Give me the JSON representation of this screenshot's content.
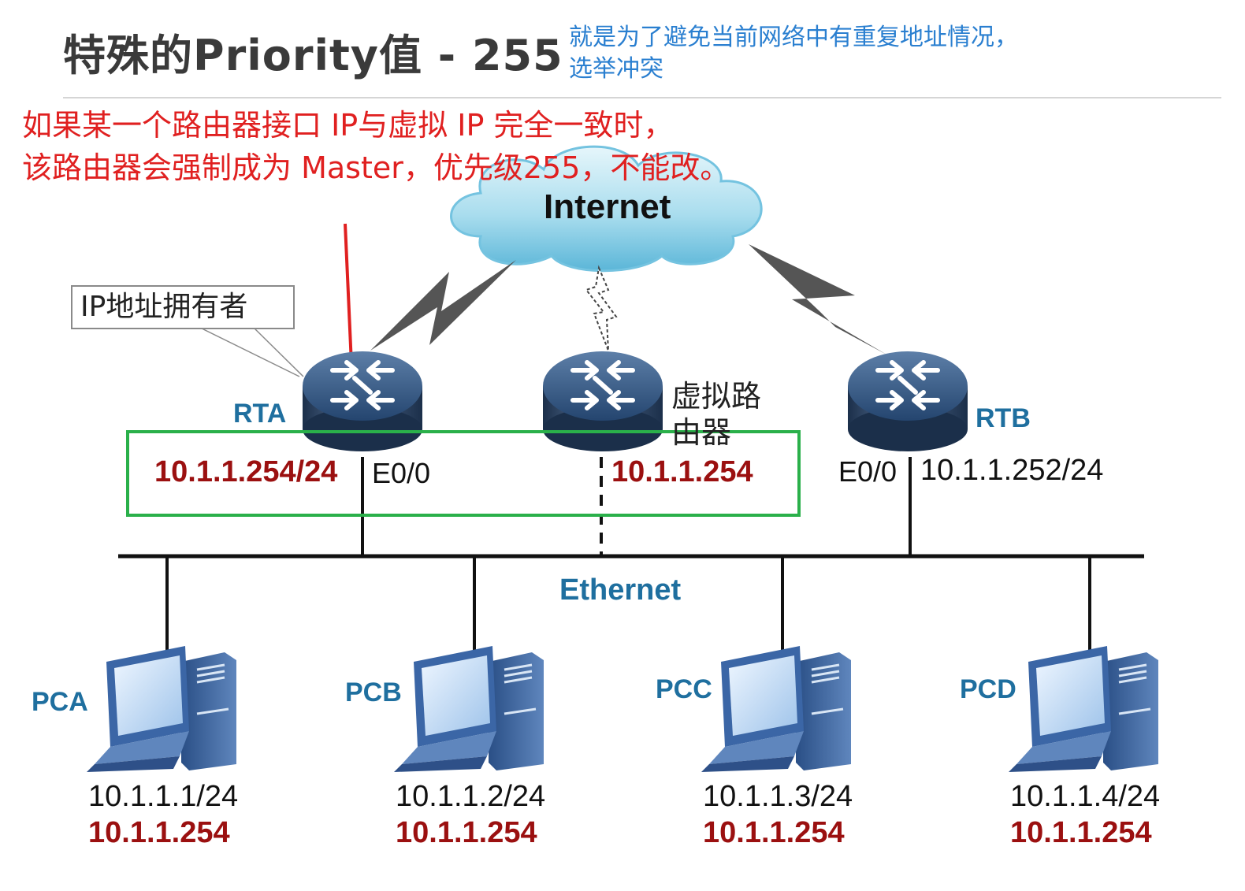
{
  "header": {
    "title": "特殊的Priority值 - 255",
    "note_blue_line1": "就是为了避免当前网络中有重复地址情况，",
    "note_blue_line2": "选举冲突",
    "note_red_line1": "如果某一个路由器接口 IP与虚拟 IP 完全一致时，",
    "note_red_line2": "该路由器会强制成为 Master，优先级255，不能改。"
  },
  "diagram": {
    "internet_label": "Internet",
    "ethernet_label": "Ethernet",
    "owner_callout": "IP地址拥有者",
    "virtual_router_label": "虚拟路由器",
    "rta": {
      "name": "RTA",
      "ip": "10.1.1.254/24",
      "iface": "E0/0"
    },
    "virtual": {
      "ip": "10.1.1.254"
    },
    "rtb": {
      "name": "RTB",
      "ip": "10.1.1.252/24",
      "iface": "E0/0"
    },
    "pcs": [
      {
        "name": "PCA",
        "ip": "10.1.1.1/24",
        "gateway": "10.1.1.254"
      },
      {
        "name": "PCB",
        "ip": "10.1.1.2/24",
        "gateway": "10.1.1.254"
      },
      {
        "name": "PCC",
        "ip": "10.1.1.3/24",
        "gateway": "10.1.1.254"
      },
      {
        "name": "PCD",
        "ip": "10.1.1.4/24",
        "gateway": "10.1.1.254"
      }
    ]
  },
  "colors": {
    "title": "#3a3a3a",
    "note_blue": "#2a7fd0",
    "note_red": "#e02020",
    "label_blue": "#1f6f9f",
    "ip_red": "#9b1010",
    "highlight_box": "#2ab04a"
  }
}
